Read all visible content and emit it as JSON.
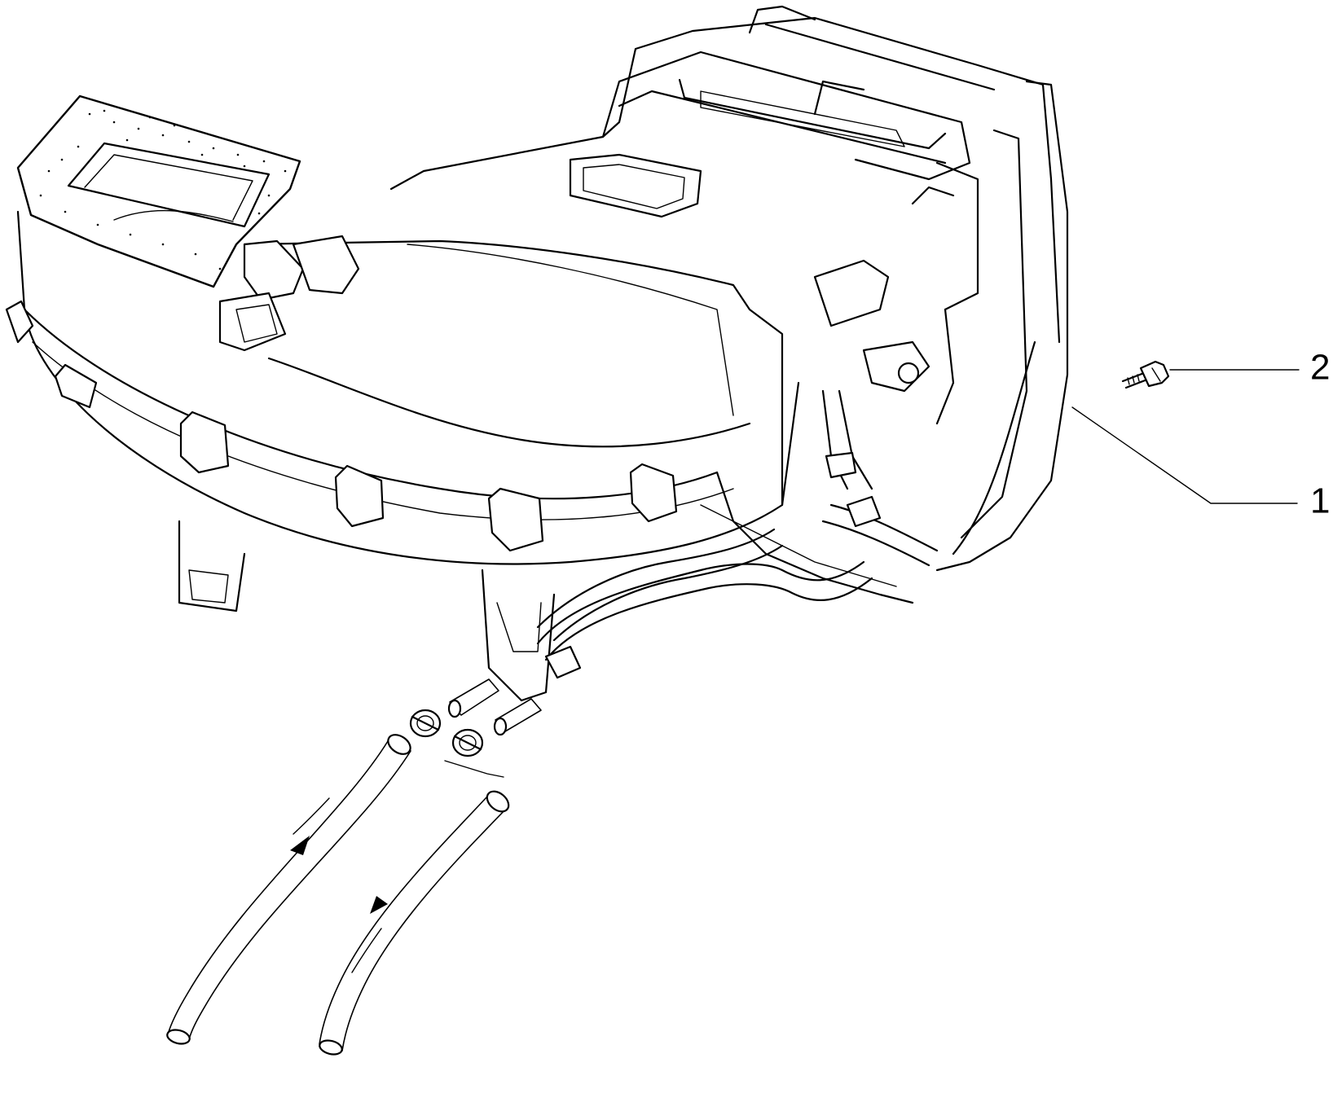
{
  "diagram": {
    "callouts": [
      {
        "id": "1",
        "label": "1",
        "part": "heater-unit-housing"
      },
      {
        "id": "2",
        "label": "2",
        "part": "screw"
      }
    ],
    "line_color": "#000000",
    "background": "#ffffff"
  }
}
